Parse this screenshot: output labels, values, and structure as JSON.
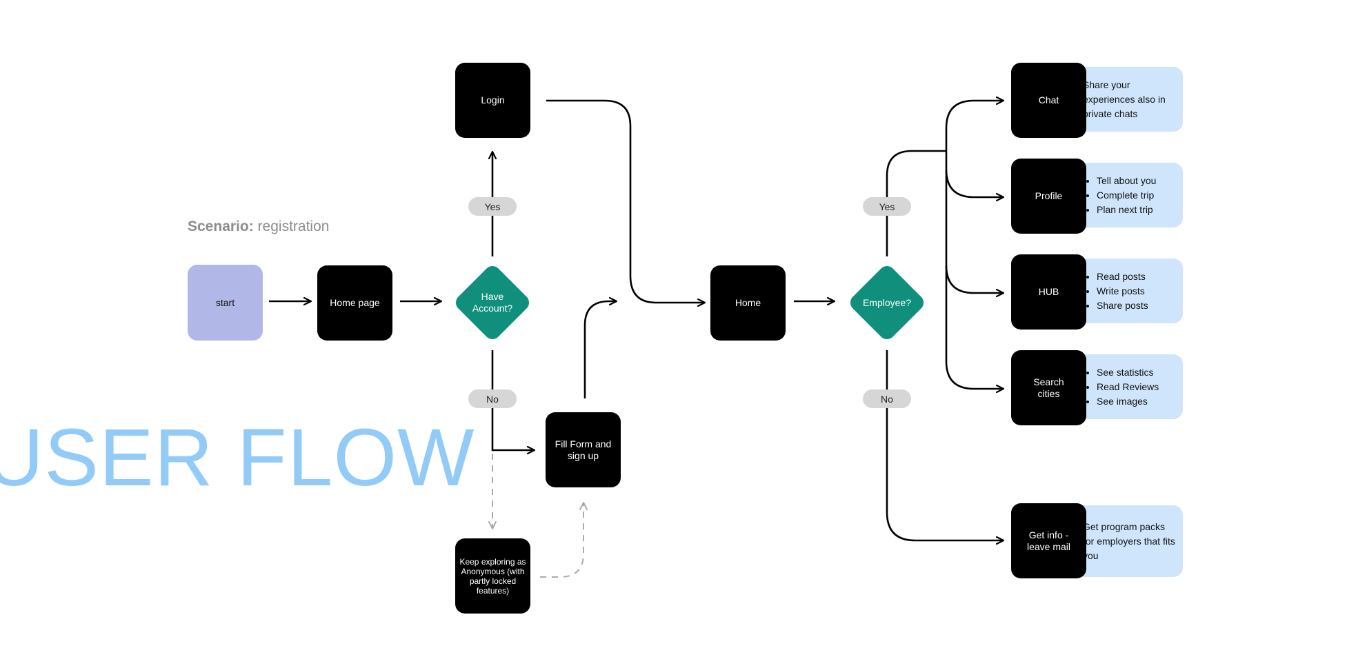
{
  "scenario": {
    "label": "Scenario:",
    "value": "registration"
  },
  "title": "USER FLOW",
  "nodes": {
    "start": "start",
    "home_page": "Home page",
    "have_account": "Have Account?",
    "login": "Login",
    "fill_form": "Fill Form and sign up",
    "keep_exploring": "Keep exploring as Anonymous (with partly locked features)",
    "home": "Home",
    "employee": "Employee?",
    "chat": "Chat",
    "profile": "Profile",
    "hub": "HUB",
    "search_cities": "Search cities",
    "get_info": "Get info - leave mail"
  },
  "labels": {
    "yes": "Yes",
    "no": "No"
  },
  "notes": {
    "chat": "Share your experiences also in private chats",
    "profile": [
      "Tell about you",
      "Complete trip",
      "Plan next trip"
    ],
    "hub": [
      "Read posts",
      "Write posts",
      "Share posts"
    ],
    "search": [
      "See statistics",
      "Read Reviews",
      "See images"
    ],
    "get_info": "Get program packs for employers that fits you"
  },
  "colors": {
    "start": "#b1b8e8",
    "node": "#000000",
    "decision": "#0f8f7c",
    "label_pill": "#d6d6d6",
    "note": "#cfe5fb",
    "title": "#92cbf7"
  }
}
